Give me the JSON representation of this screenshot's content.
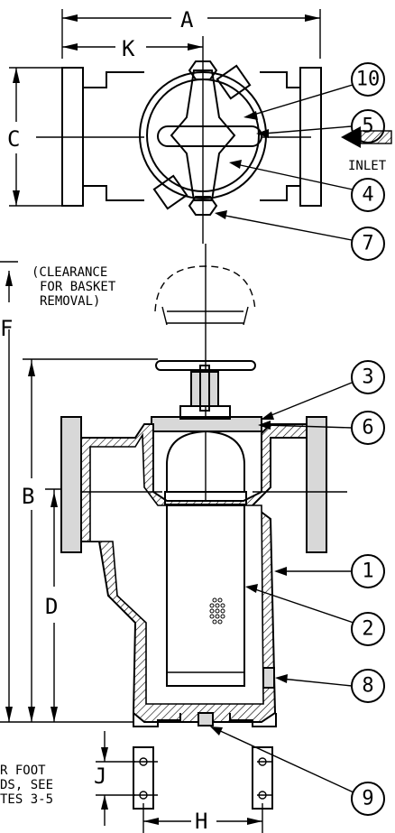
{
  "dims": {
    "A": "A",
    "K": "K",
    "C": "C",
    "F": "F",
    "B": "B",
    "D": "D",
    "J": "J",
    "H": "H"
  },
  "notes": {
    "inlet": "INLET",
    "clearance_line1": "(CLEARANCE",
    "clearance_line2": "FOR BASKET",
    "clearance_line3": "REMOVAL)",
    "foot_line1": "R FOOT",
    "foot_line2": "DS, SEE",
    "foot_line3": "TES 3-5"
  },
  "callouts": [
    "10",
    "5",
    "4",
    "7",
    "3",
    "6",
    "1",
    "2",
    "8",
    "9"
  ]
}
